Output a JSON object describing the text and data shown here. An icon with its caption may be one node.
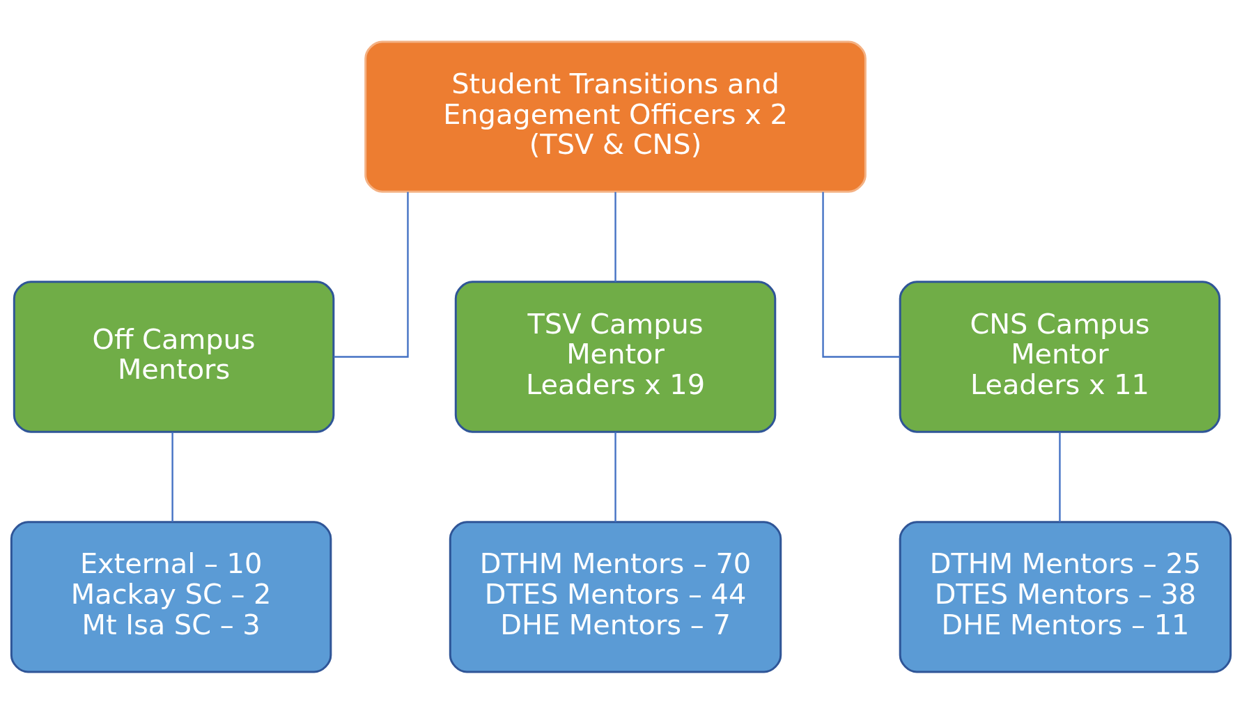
{
  "diagram": {
    "nodes": [
      {
        "text": [
          "Student Transitions and Engagement Officers x 2 (TSV & CNS)"
        ]
      },
      {
        "text": [
          "Off Campus Mentors"
        ]
      },
      {
        "text": [
          "TSV Campus Mentor Leaders x 19"
        ]
      },
      {
        "text": [
          "CNS Campus Mentor Leaders x 11"
        ]
      },
      {
        "text": [
          "External – 10",
          "Mackay SC – 2",
          "Mt Isa SC – 3"
        ]
      },
      {
        "text": [
          "DTHM Mentors – 70",
          "DTES Mentors – 44",
          "DHE Mentors – 7"
        ]
      },
      {
        "text": [
          "DTHM Mentors – 25",
          "DTES Mentors – 38",
          "DHE Mentors – 11"
        ]
      }
    ],
    "edges": [
      {
        "from": 0,
        "to": 1,
        "arrow": "none"
      },
      {
        "from": 0,
        "to": 2,
        "arrow": "none"
      },
      {
        "from": 0,
        "to": 3,
        "arrow": "none"
      },
      {
        "from": 1,
        "to": 4,
        "arrow": "none"
      },
      {
        "from": 2,
        "to": 5,
        "arrow": "none"
      },
      {
        "from": 3,
        "to": 6,
        "arrow": "none"
      }
    ]
  }
}
